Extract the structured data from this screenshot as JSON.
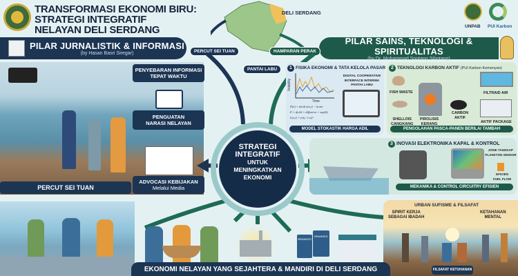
{
  "header": {
    "title_lines": [
      "TRANSFORMASI EKONOMI BIRU:",
      "STRATEGI INTEGRATIF",
      "NELAYAN DELI SERDANG"
    ],
    "map_label": "DELI SERDANG",
    "logos": [
      "UNPAB",
      "PUI Karbon"
    ]
  },
  "regions": {
    "percut": "PERCUT SEI TUAN",
    "hamparan": "HAMPARAN PERAK",
    "pantai": "PANTAI LABU"
  },
  "left_pillar": {
    "title": "PILAR JURNALISTIK & INFORMASI",
    "author": "(by Hasan Basri Siregar)",
    "callouts": [
      [
        "PENYEBARAN INFORMASI",
        "TEPAT WAKTU"
      ],
      [
        "PENGUATAN",
        "NARASI NELAYAN"
      ],
      [
        "ADVOCASI KEBIJAKAN",
        "Melalui Media"
      ]
    ],
    "location": "PERCUT SEI TUAN"
  },
  "right_pillar": {
    "title": "PILAR SAINS, TEKNOLOGI & SPIRITUALITAS",
    "author": "(by Dr. Muhammad Sontang Sihotang)"
  },
  "center": {
    "l1": "STRATEGI",
    "l2": "INTEGRATIF",
    "l3": "UNTUK",
    "l4": "MENINGKATKAN",
    "l5": "EKONOMI"
  },
  "panel1": {
    "num": "1",
    "title": "FISIKA EKONOMI & TATA KELOLA PASAR",
    "ylabel": "Volatility",
    "xlabel": "Time",
    "interface": [
      "DIGITAL COOPERATIVE",
      "INTERFACE INTERWA",
      "PANTAI LABU"
    ],
    "eq": [
      "P(x) = dx/dt σ(x,t) − hoise",
      "E = dy/dt = diffusion + sup(b)",
      "L(x,t) = (ση / ε·ω)²"
    ],
    "footer": "MODEL STOKASTIK HARGA ADIL"
  },
  "panel2": {
    "num": "2",
    "title": "TEKNOLOGI KARBON AKTIF",
    "subtitle": "(PUI Karbon Kemenyan)",
    "labels": {
      "fish": "FISH WASTE",
      "shell": [
        "SHELLOIS",
        "CANGKANG"
      ],
      "pyro": [
        "PIROLISIS",
        "KERANG"
      ],
      "carbon": [
        "CARBON",
        "AKTIF"
      ],
      "filter": "FILTRAID AIR",
      "package": "AKTIF PACKAGE"
    },
    "footer": "PENGOLAHAN PASCA-PANEN BERILAI TAMBAH"
  },
  "panel3": {
    "num": "3",
    "title": "INOVASI ELEKTRONIKA KAPAL & KONTROL",
    "zone": [
      "ZONE TANGKAP",
      "PLANKTON SENSOR"
    ],
    "fuel": [
      "EFICIEN",
      "FUEL FLOW"
    ],
    "footer": "MEKANIKA & CONTROL CIRCUITRY EFISIEN"
  },
  "spiritual": {
    "title": "URBAN SUFISME & FILSAFAT",
    "left": [
      "SPIRIT KERJA",
      "SEBAGAI IBADAH"
    ],
    "right": [
      "KETAHANAN",
      "MENTAL"
    ],
    "footer": "FILSAFAT KETUHANAN"
  },
  "products": [
    "BRANDED",
    "BRANDED"
  ],
  "bottom_banner": "EKONOMI NELAYAN YANG SEJAHTERA & MANDIRI DI DELI SERDANG"
}
